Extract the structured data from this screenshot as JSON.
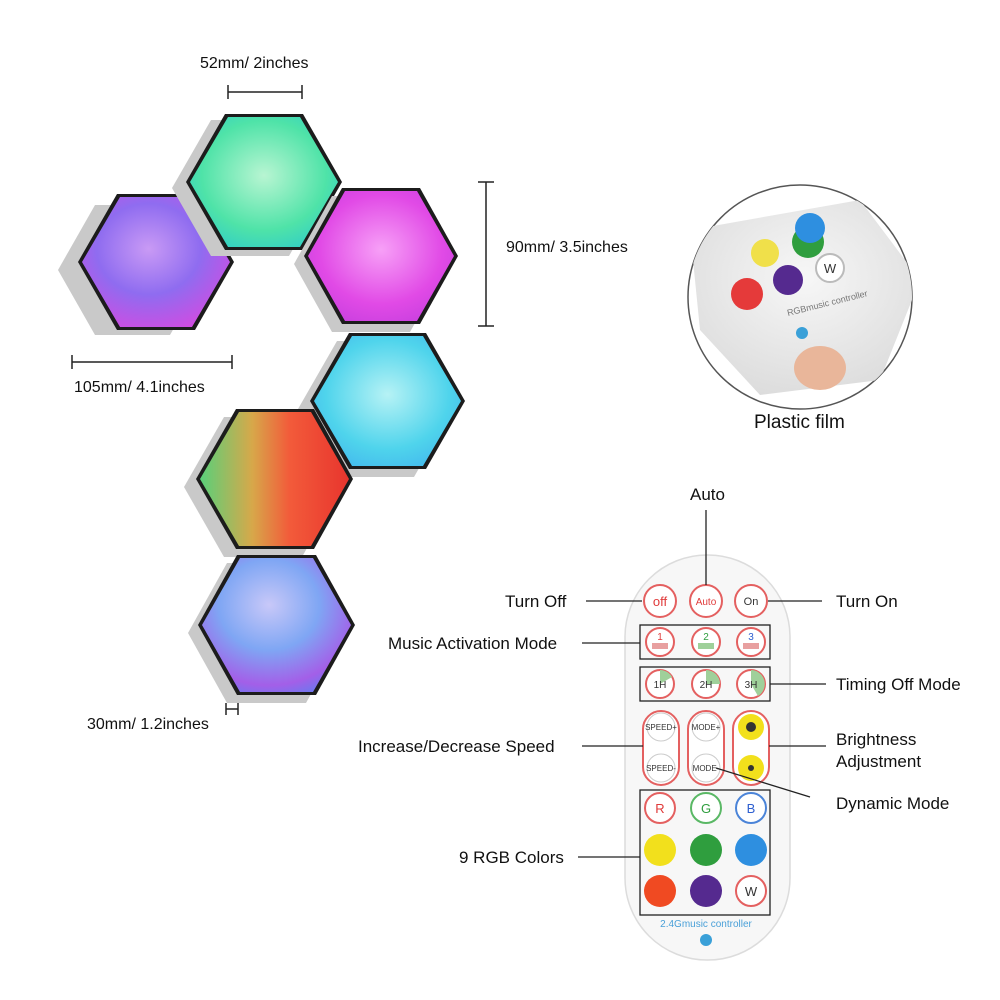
{
  "dimensions": {
    "width": "52mm/ 2inches",
    "height": "90mm/ 3.5inches",
    "across": "105mm/ 4.1inches",
    "depth": "30mm/ 1.2inches"
  },
  "inset": {
    "caption": "Plastic film",
    "film_text": "RGBmusic controller",
    "w_label": "W"
  },
  "remote": {
    "labels": {
      "auto": "Auto",
      "turn_off": "Turn Off",
      "turn_on": "Turn On",
      "music_mode": "Music Activation Mode",
      "timing_mode": "Timing Off Mode",
      "speed": "Increase/Decrease Speed",
      "brightness_line1": "Brightness",
      "brightness_line2": "Adjustment",
      "dynamic": "Dynamic Mode",
      "rgb": "9 RGB Colors"
    },
    "buttons": {
      "off": "off",
      "auto": "Auto",
      "on": "On",
      "music": [
        "1",
        "2",
        "3"
      ],
      "timer": [
        "1H",
        "2H",
        "3H"
      ],
      "speed_up": "SPEED+",
      "speed_down": "SPEED-",
      "mode_up": "MODE+",
      "mode_down": "MODE-",
      "r": "R",
      "g": "G",
      "b": "B",
      "w": "W"
    },
    "footer": "2.4Gmusic controller",
    "colors": {
      "yellow": "#f2e01c",
      "green": "#2f9e3e",
      "blue": "#2e8fe0",
      "orange": "#f04a22",
      "purple": "#552a8f",
      "red": "#e53a3a"
    }
  }
}
